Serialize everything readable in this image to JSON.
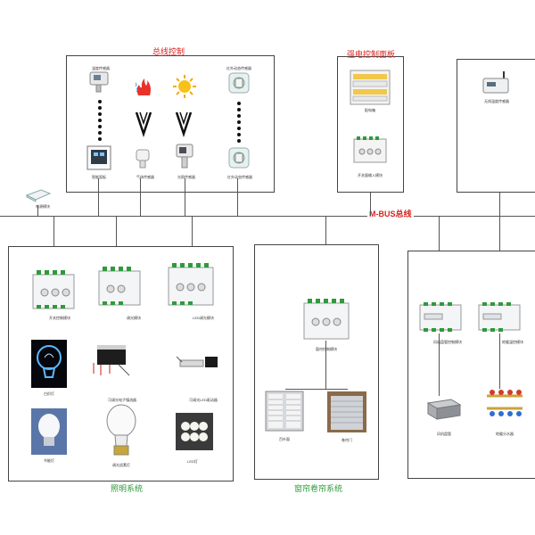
{
  "titles": {
    "bus_control": "总线控制",
    "strong_power_panel": "强电控制面板",
    "mbus": "M-BUS总线",
    "lighting": "照明系统",
    "curtain": "窗帘卷帘系统"
  },
  "captions": {
    "temp_sensor": "温度传感器",
    "smart_panel": "智能面板",
    "gas_sensor": "气体传感器",
    "light_sensor": "光照传感器",
    "presence_sensor": "红外动态传感器",
    "power_supply": "电源模块",
    "distribution_box": "配电箱",
    "switch_input": "开关量输入模块",
    "wireless_temp": "无线温度传感器",
    "switch_control": "开关控制模块",
    "dimmer": "调光模块",
    "led_dimmer": "LED调光模块",
    "bulb1": "白炽灯",
    "ballast": "可调光电子镇流器",
    "led_driver": "可调光LED驱动器",
    "bulb2": "节能灯",
    "halogen": "调光卤素灯",
    "led_light": "LED灯",
    "curtain_module": "窗帘控制模块",
    "blinds": "百叶窗",
    "roller_door": "卷帘门",
    "fan_coil_module": "风机盘管控制模块",
    "floor_heat_module": "地暖温控模块",
    "fan_coil": "风机盘管",
    "floor_heating": "地暖分水器"
  }
}
